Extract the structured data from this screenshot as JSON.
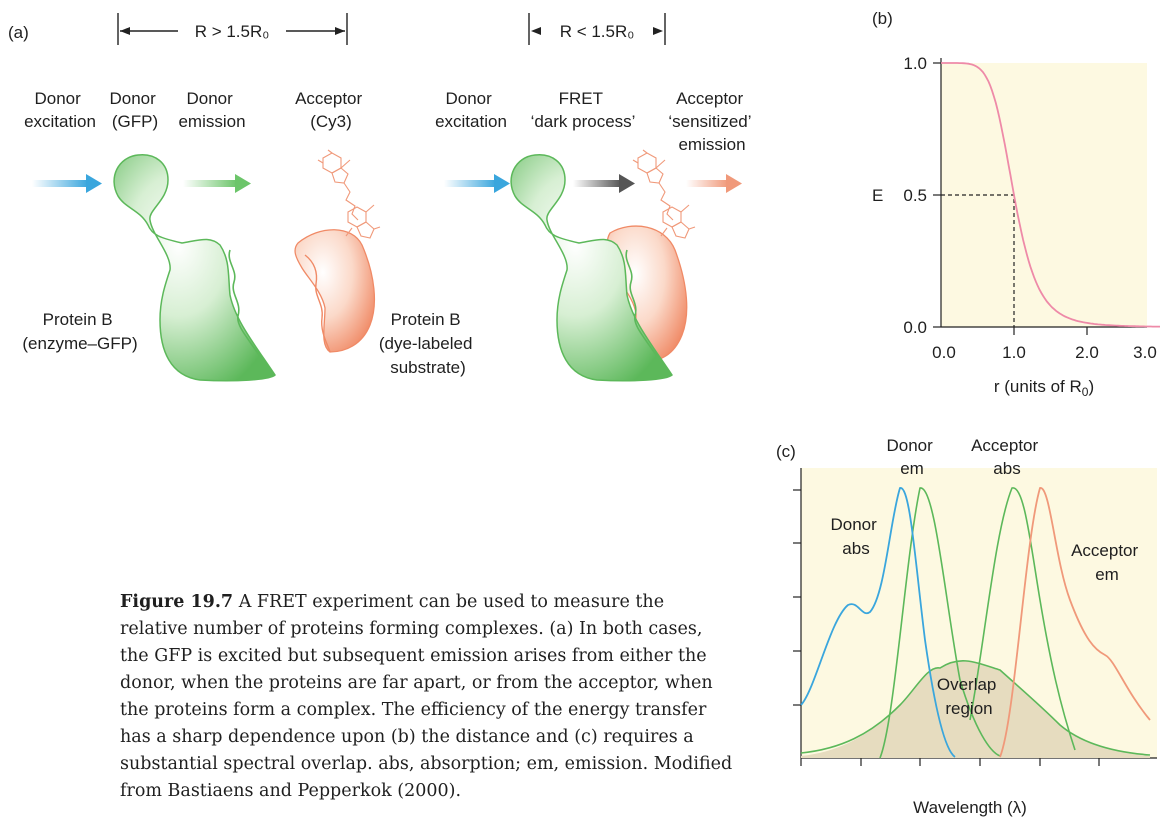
{
  "panel_a": {
    "label": "(a)",
    "distance_far": "R > 1.5R₀",
    "distance_near": "R < 1.5R₀",
    "donor_excitation": [
      "Donor",
      "excitation"
    ],
    "donor_gfp": [
      "Donor",
      "(GFP)"
    ],
    "donor_emission": [
      "Donor",
      "emission"
    ],
    "acceptor_cy3": [
      "Acceptor",
      "(Cy3)"
    ],
    "donor_excitation_2": [
      "Donor",
      "excitation"
    ],
    "fret_dark": [
      "FRET",
      "‘dark process’"
    ],
    "acceptor_sensitized": [
      "Acceptor",
      "‘sensitized’",
      "emission"
    ],
    "protein_b_gfp": [
      "Protein B",
      "(enzyme–GFP)"
    ],
    "protein_b_dye": [
      "Protein B",
      "(dye-labeled",
      "substrate)"
    ]
  },
  "panel_b": {
    "label": "(b)",
    "ylabel": "E",
    "y_ticks": [
      "1.0",
      "0.5",
      "0.0"
    ],
    "x_ticks": [
      "0.0",
      "1.0",
      "2.0",
      "3.0"
    ],
    "xlabel": "r (units of R₀)"
  },
  "panel_c": {
    "label": "(c)",
    "donor_em": [
      "Donor",
      "em"
    ],
    "acceptor_abs": [
      "Acceptor",
      "abs"
    ],
    "donor_abs": [
      "Donor",
      "abs"
    ],
    "acceptor_em": [
      "Acceptor",
      "em"
    ],
    "overlap": [
      "Overlap",
      "region"
    ],
    "xlabel": "Wavelength (λ)"
  },
  "caption": {
    "figure_no": "Figure 19.7",
    "text": "A FRET experiment can be used to measure the relative number of proteins forming complexes. (a) In both cases, the GFP is excited but subsequent emission arises from either the donor, when the proteins are far apart, or from the acceptor, when the proteins form a complex. The efficiency of the energy transfer has a sharp dependence upon (b) the distance and (c) requires a substantial spectral overlap. abs, absorption; em, emission. Modified from Bastiaens and Pepperkok (2000)."
  },
  "colors": {
    "green": "#5cb85a",
    "salmon": "#f0997a",
    "blue": "#3aa6dd",
    "pink": "#ee8aa8",
    "panel_bg": "#fdf9e1",
    "overlap_fill": "#e6dcbf"
  }
}
